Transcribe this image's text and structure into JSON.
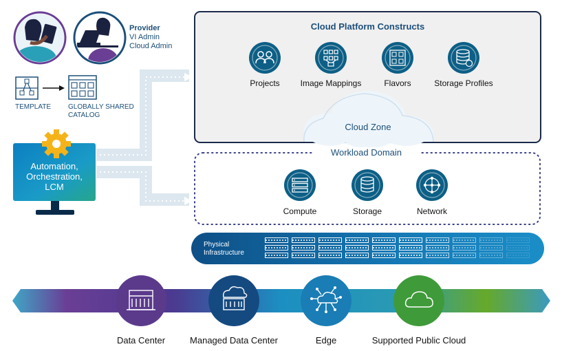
{
  "personas": {
    "provider_title": "Provider",
    "provider_role_1": "VI Admin",
    "provider_role_2": "Cloud Admin"
  },
  "template": {
    "template_label": "TEMPLATE",
    "catalog_label_1": "GLOBALLY SHARED",
    "catalog_label_2": "CATALOG"
  },
  "automation": {
    "line_1": "Automation,",
    "line_2": "Orchestration,",
    "line_3": "LCM"
  },
  "cloud_platform": {
    "title": "Cloud Platform Constructs",
    "items": [
      {
        "label": "Projects",
        "icon": "users-icon"
      },
      {
        "label": "Image Mappings",
        "icon": "image-mapping-icon"
      },
      {
        "label": "Flavors",
        "icon": "flavors-icon"
      },
      {
        "label": "Storage Profiles",
        "icon": "storage-profile-icon"
      }
    ],
    "cloud_zone": "Cloud Zone"
  },
  "workload_domain": {
    "title": "Workload Domain",
    "items": [
      {
        "label": "Compute",
        "icon": "server-icon"
      },
      {
        "label": "Storage",
        "icon": "database-icon"
      },
      {
        "label": "Network",
        "icon": "network-icon"
      }
    ]
  },
  "physical": {
    "line_1": "Physical",
    "line_2": "Infrastructure"
  },
  "locations": [
    {
      "label": "Data Center",
      "icon": "data-center-icon"
    },
    {
      "label": "Managed Data Center",
      "icon": "managed-data-center-icon"
    },
    {
      "label": "Edge",
      "icon": "edge-icon"
    },
    {
      "label": "Supported Public Cloud",
      "icon": "public-cloud-icon"
    }
  ],
  "colors": {
    "navy": "#1c4f7a",
    "teal": "#0d5f86",
    "purple": "#5b3a8c",
    "green": "#5fa32a",
    "path": "#dbe6ee"
  }
}
